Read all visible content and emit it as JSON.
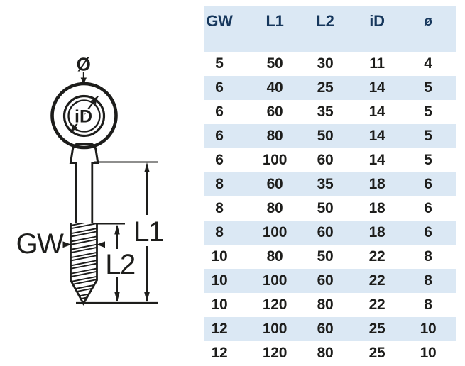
{
  "colors": {
    "row_band": "#dbe8f4",
    "header_text": "#16375c",
    "line_and_data": "#1d1d1b"
  },
  "drawing": {
    "labels": {
      "diameter": "Ø",
      "inner_diameter": "iD",
      "thread": "GW",
      "length_total": "L1",
      "length_thread": "L2"
    }
  },
  "table": {
    "columns": [
      "GW",
      "L1",
      "L2",
      "iD",
      "ø"
    ],
    "rows": [
      [
        5,
        50,
        30,
        11,
        4
      ],
      [
        6,
        40,
        25,
        14,
        5
      ],
      [
        6,
        60,
        35,
        14,
        5
      ],
      [
        6,
        80,
        50,
        14,
        5
      ],
      [
        6,
        100,
        60,
        14,
        5
      ],
      [
        8,
        60,
        35,
        18,
        6
      ],
      [
        8,
        80,
        50,
        18,
        6
      ],
      [
        8,
        100,
        60,
        18,
        6
      ],
      [
        10,
        80,
        50,
        22,
        8
      ],
      [
        10,
        100,
        60,
        22,
        8
      ],
      [
        10,
        120,
        80,
        22,
        8
      ],
      [
        12,
        100,
        60,
        25,
        10
      ],
      [
        12,
        120,
        80,
        25,
        10
      ]
    ]
  }
}
